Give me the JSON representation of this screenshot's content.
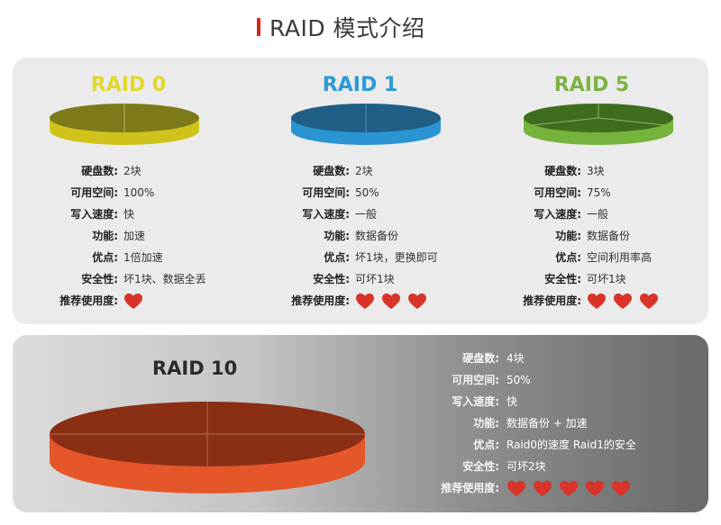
{
  "header": {
    "title": "RAID 模式介绍"
  },
  "labels": {
    "disks": "硬盘数:",
    "usable": "可用空间:",
    "write": "写入速度:",
    "function": "功能:",
    "pros": "优点:",
    "safety": "安全性:",
    "recommend": "推荐使用度:"
  },
  "colors": {
    "accent": "#d9261c",
    "raid0": "#e2d82a",
    "raid1": "#2c9ad6",
    "raid5": "#7cb342",
    "raid10": "#e5572a",
    "heart": "#d8342a"
  },
  "raids": [
    {
      "name": "RAID 0",
      "disks": "2块",
      "usable": "100%",
      "write": "快",
      "function": "加速",
      "pros": "1倍加速",
      "safety": "坏1块、数据全丢",
      "hearts": 1
    },
    {
      "name": "RAID 1",
      "disks": "2块",
      "usable": "50%",
      "write": "一般",
      "function": "数据备份",
      "pros": "坏1块，更换即可",
      "safety": "可坏1块",
      "hearts": 3
    },
    {
      "name": "RAID 5",
      "disks": "3块",
      "usable": "75%",
      "write": "一般",
      "function": "数据备份",
      "pros": "空间利用率高",
      "safety": "可坏1块",
      "hearts": 3
    }
  ],
  "raid10": {
    "name": "RAID 10",
    "disks": "4块",
    "usable": "50%",
    "write": "快",
    "function": "数据备份 + 加速",
    "pros": "Raid0的速度 Raid1的安全",
    "safety": "可坏2块",
    "hearts": 5
  }
}
